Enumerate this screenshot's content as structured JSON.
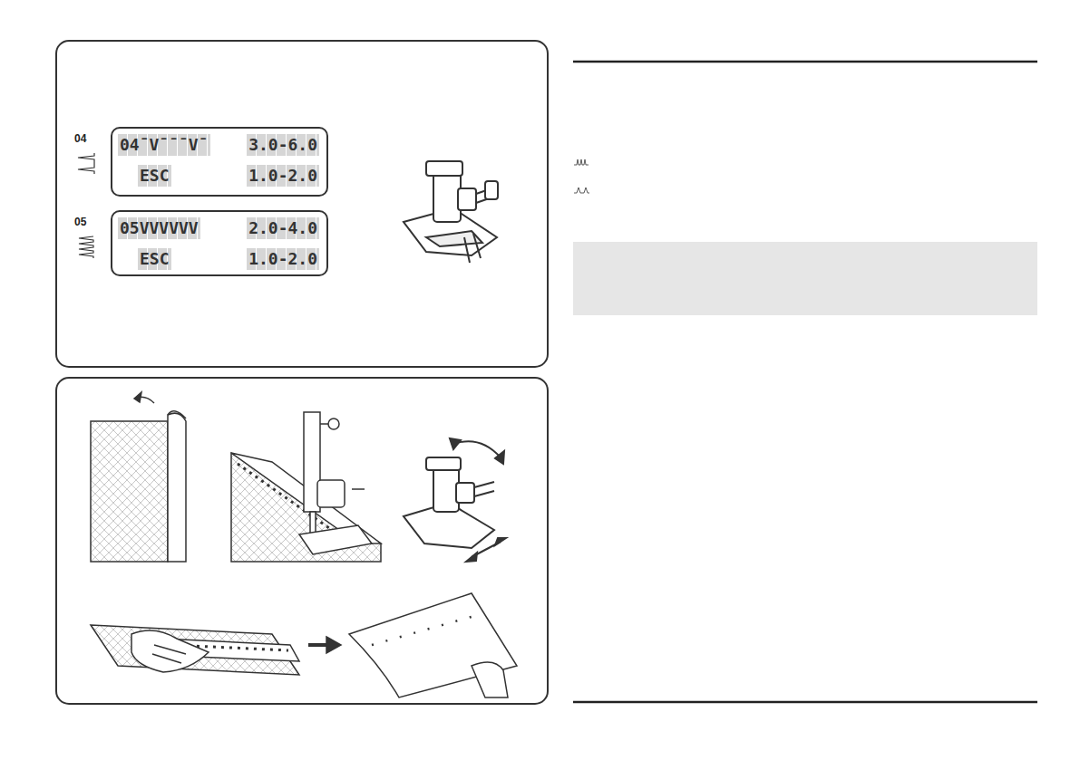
{
  "diagram": {
    "nodes": [
      {
        "text": [
          "04ˉVˉˉˉVˉ",
          "3.0-6.0",
          "ESC",
          "1.0-2.0"
        ]
      },
      {
        "text": [
          "05VVVVVV",
          "2.0-4.0",
          "ESC",
          "1.0-2.0"
        ]
      }
    ],
    "labels": [
      "04",
      "05"
    ]
  }
}
